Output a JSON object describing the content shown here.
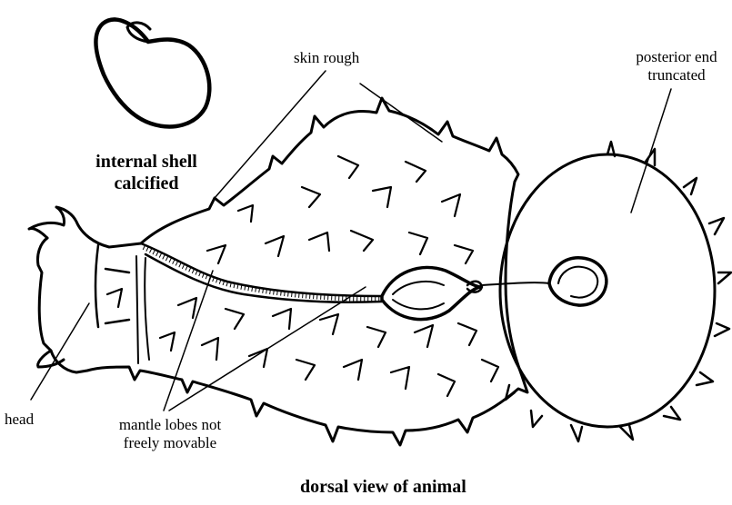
{
  "labels": {
    "skin_rough": "skin rough",
    "posterior_line1": "posterior end",
    "posterior_line2": "truncated",
    "internal_shell_line1": "internal shell",
    "internal_shell_line2": "calcified",
    "head": "head",
    "mantle_line1": "mantle lobes not",
    "mantle_line2": "freely movable",
    "caption": "dorsal view of animal"
  },
  "colors": {
    "ink": "#000000",
    "background": "#ffffff"
  }
}
